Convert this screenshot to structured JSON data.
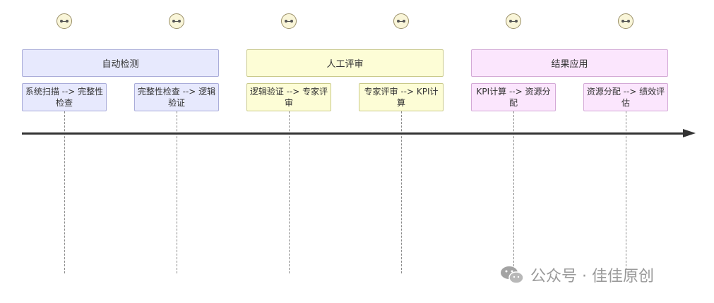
{
  "sections": [
    {
      "label": "自动检测"
    },
    {
      "label": "人工评审"
    },
    {
      "label": "结果应用"
    }
  ],
  "tasks": [
    {
      "label": "系统扫描 --> 完整性检查"
    },
    {
      "label": "完整性检查 --> 逻辑验证"
    },
    {
      "label": "逻辑验证 --> 专家评审"
    },
    {
      "label": "专家评审 --> KPI计算"
    },
    {
      "label": "KPI计算 --> 资源分配"
    },
    {
      "label": "资源分配 --> 绩效评估"
    }
  ],
  "watermark": {
    "text": "公众号 · 佳佳原创",
    "icon": "wechat-icon"
  },
  "colors": {
    "section_1": "#e7e9fd",
    "section_2": "#fdfdd6",
    "section_3": "#fbe6fd",
    "axis": "#333333"
  }
}
